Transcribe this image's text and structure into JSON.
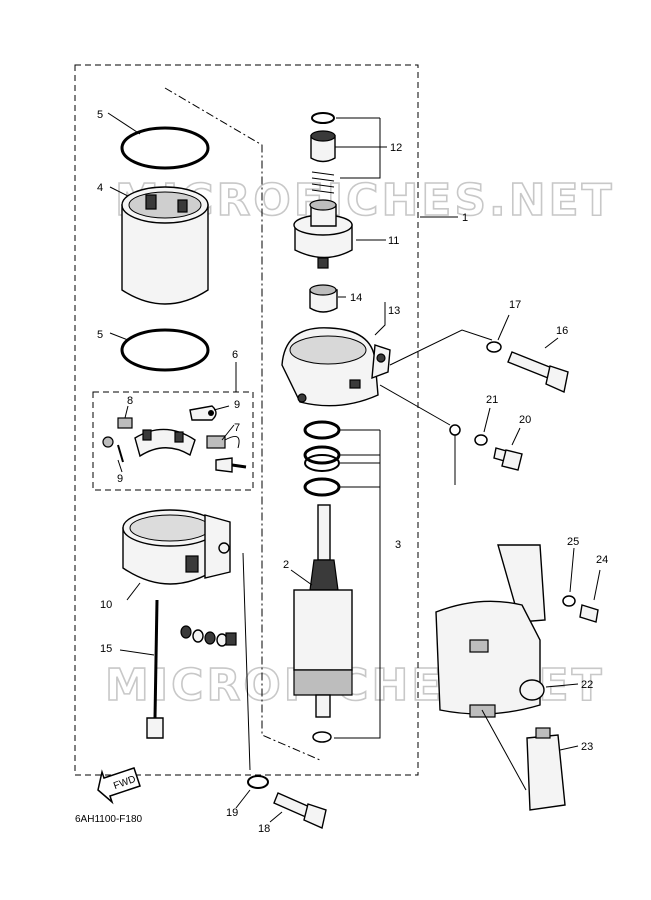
{
  "diagram": {
    "figure_code": "6AH1100-F180",
    "watermark": "MICROFICHES.NET",
    "fwd_label": "FWD",
    "callouts": [
      "1",
      "2",
      "3",
      "4",
      "5",
      "5",
      "6",
      "7",
      "8",
      "9",
      "9",
      "10",
      "11",
      "12",
      "13",
      "14",
      "15",
      "16",
      "17",
      "18",
      "19",
      "20",
      "21",
      "22",
      "23",
      "24",
      "25"
    ]
  },
  "colors": {
    "ink": "#000000",
    "watermark": "#c8c8c8",
    "background": "#ffffff"
  }
}
